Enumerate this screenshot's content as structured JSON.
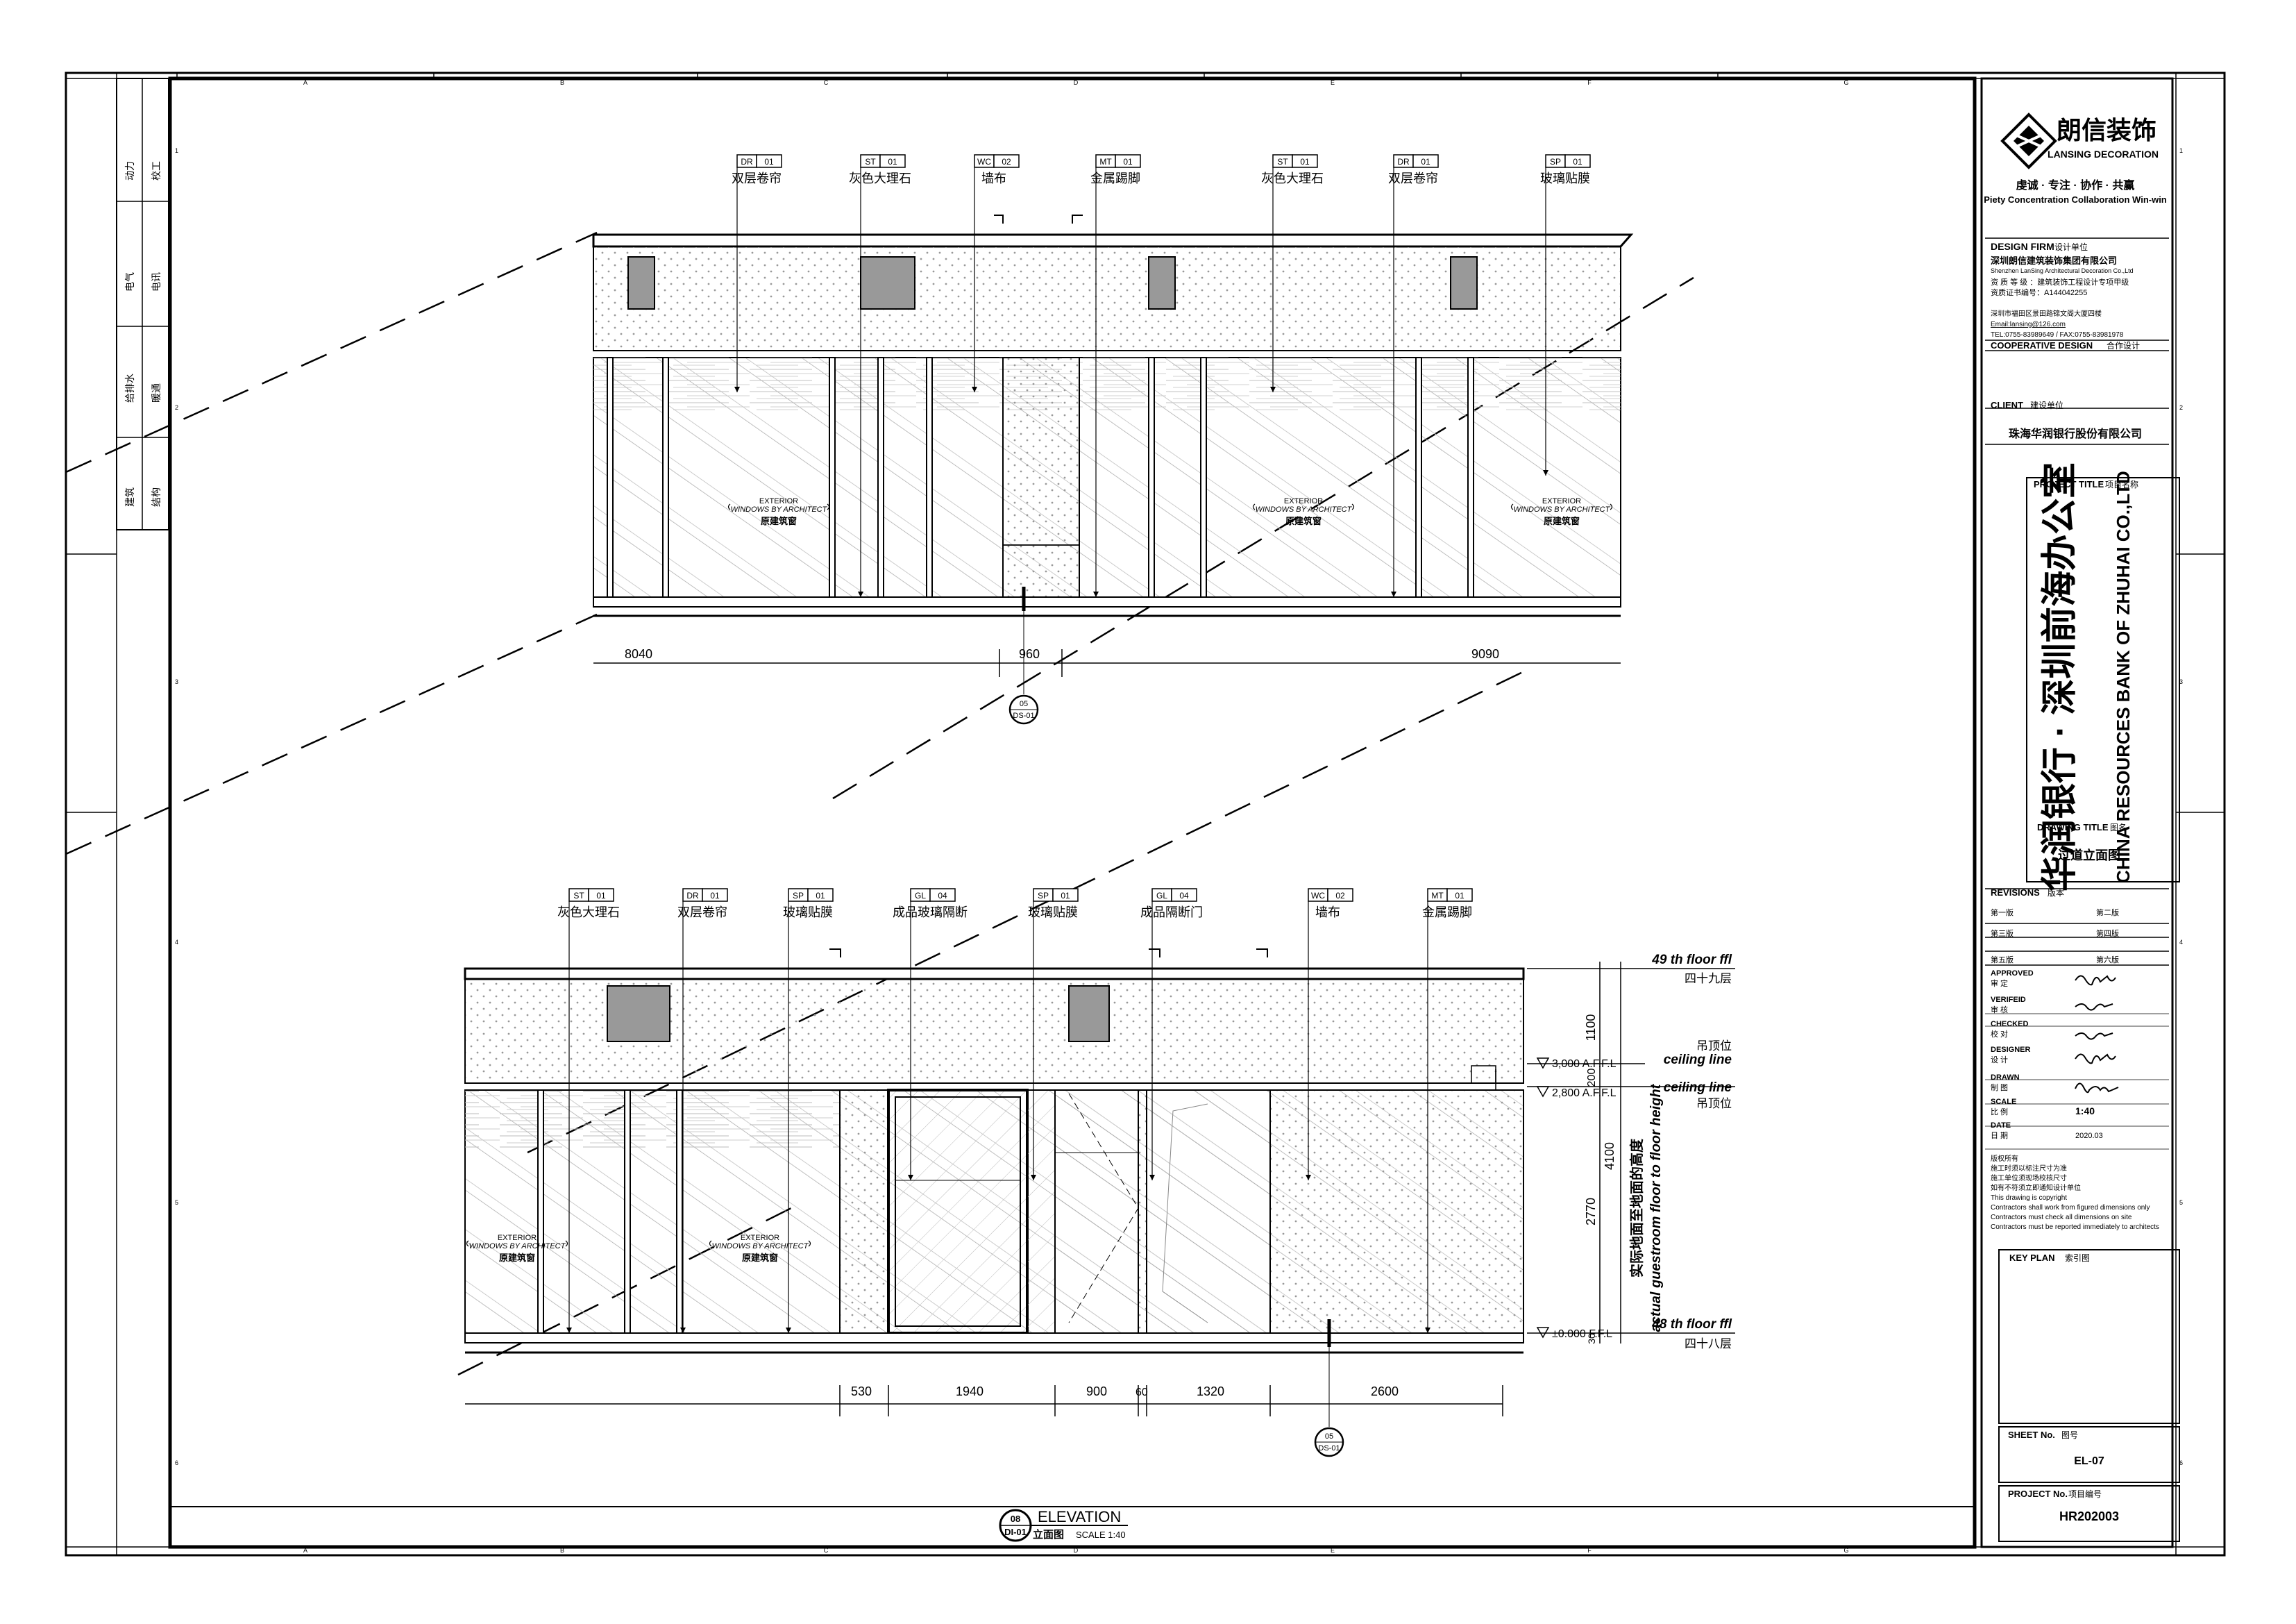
{
  "grid": {
    "cols": [
      "A",
      "B",
      "C",
      "D",
      "E",
      "F",
      "G"
    ],
    "rows": [
      "1",
      "2",
      "3",
      "4",
      "5",
      "6"
    ]
  },
  "left_strip": {
    "items": [
      "动力",
      "校工",
      "电气",
      "电讯",
      "给排水",
      "暖通",
      "建筑",
      "结构"
    ]
  },
  "elev1": {
    "tags": [
      {
        "code": "DR",
        "num": "01",
        "text": "双层卷帘"
      },
      {
        "code": "ST",
        "num": "01",
        "text": "灰色大理石"
      },
      {
        "code": "WC",
        "num": "02",
        "text": "墙布"
      },
      {
        "code": "MT",
        "num": "01",
        "text": "金属踢脚"
      },
      {
        "code": "ST",
        "num": "01",
        "text": "灰色大理石"
      },
      {
        "code": "DR",
        "num": "01",
        "text": "双层卷帘"
      },
      {
        "code": "SP",
        "num": "01",
        "text": "玻璃贴膜"
      }
    ],
    "window_labels": [
      {
        "en1": "EXTERIOR",
        "en2": "WINDOWS BY ARCHITECT",
        "zh": "原建筑窗"
      },
      {
        "en1": "EXTERIOR",
        "en2": "WINDOWS BY ARCHITECT",
        "zh": "原建筑窗"
      },
      {
        "en1": "EXTERIOR",
        "en2": "WINDOWS BY ARCHITECT",
        "zh": "原建筑窗"
      }
    ],
    "dims": [
      "8040",
      "960",
      "9090"
    ],
    "section_mark": {
      "top": "05",
      "bottom": "DS-01"
    }
  },
  "elev2": {
    "tags": [
      {
        "code": "ST",
        "num": "01",
        "text": "灰色大理石"
      },
      {
        "code": "DR",
        "num": "01",
        "text": "双层卷帘"
      },
      {
        "code": "SP",
        "num": "01",
        "text": "玻璃贴膜"
      },
      {
        "code": "GL",
        "num": "04",
        "text": "成品玻璃隔断"
      },
      {
        "code": "SP",
        "num": "01",
        "text": "玻璃贴膜"
      },
      {
        "code": "GL",
        "num": "04",
        "text": "成品隔断门"
      },
      {
        "code": "WC",
        "num": "02",
        "text": "墙布"
      },
      {
        "code": "MT",
        "num": "01",
        "text": "金属踢脚"
      }
    ],
    "window_labels": [
      {
        "en1": "EXTERIOR",
        "en2": "WINDOWS BY ARCHITECT",
        "zh": "原建筑窗"
      },
      {
        "en1": "EXTERIOR",
        "en2": "WINDOWS BY ARCHITECT",
        "zh": "原建筑窗"
      }
    ],
    "dims": [
      "530",
      "1940",
      "900",
      "60",
      "1320",
      "2600"
    ],
    "vdims": [
      "1100",
      "200",
      "4100",
      "2770",
      "30"
    ],
    "levels": [
      {
        "id": "l49",
        "en": "49 th floor ffl",
        "zh": "四十九层"
      },
      {
        "id": "ceil1",
        "zh": "吊顶位",
        "en": "ceiling line"
      },
      {
        "id": "ceil2",
        "en": "ceiling line",
        "zh": "吊顶位"
      },
      {
        "id": "l48",
        "en": "48 th floor ffl",
        "zh": "四十八层"
      }
    ],
    "aff": [
      "3,000 A.F.F.L",
      "2,800 A.F.F.L",
      "±0.000 F.F.L"
    ],
    "vertical_note_zh": "实际地面至地面的高度",
    "vertical_note_en": "actual guestroom floor to floor height",
    "section_mark": {
      "top": "05",
      "bottom": "DS-01"
    }
  },
  "elevation_title": {
    "num": "08",
    "sheet": "DI-01",
    "title": "ELEVATION",
    "zh": "立面图",
    "scale": "SCALE  1:40"
  },
  "title_block": {
    "logo_zh": "朗信装饰",
    "logo_en": "LANSING DECORATION",
    "motto_zh": "虔诚 · 专注 · 协作 · 共赢",
    "motto_en": "Piety Concentration Collaboration Win-win",
    "design_firm_label": "DESIGN FIRM",
    "design_firm_zh_label": "设计单位",
    "design_firm_zh": "深圳朗信建筑装饰集团有限公司",
    "design_firm_en": "Shenzhen LanSing Architectural Decoration Co.,Ltd",
    "qual": "资 质 等 级 ：建筑装饰工程设计专项甲级",
    "cert": "资质证书编号：A144042255",
    "address": "深圳市福田区景田路锦文阁大厦四楼",
    "email": "Email:lansing@126.com",
    "tel": "TEL:0755-83989649 / FAX:0755-83981978",
    "coop_label": "COOPERATIVE DESIGN",
    "coop_zh": "合作设计",
    "client_label": "CLIENT",
    "client_zh_label": "建设单位",
    "client": "珠海华润银行股份有限公司",
    "project_label": "PROJECT TITLE",
    "project_zh_label": "项目名称",
    "project_zh": "华润银行 · 深圳前海办公室",
    "project_en": "CHINA RESOURCES BANK OF ZHUHAI CO.,LTD",
    "drawing_label": "DRAWING TITLE",
    "drawing_zh_label": "图名",
    "drawing_title": "过道立面图",
    "revisions_label": "REVISIONS",
    "revisions_zh": "版本",
    "revisions": [
      "第一版",
      "第二版",
      "第三版",
      "第四版",
      "第五版",
      "第六版"
    ],
    "roles": [
      {
        "en": "APPROVED",
        "zh": "审 定"
      },
      {
        "en": "VERIFEID",
        "zh": "审 核"
      },
      {
        "en": "CHECKED",
        "zh": "校 对"
      },
      {
        "en": "DESIGNER",
        "zh": "设 计"
      },
      {
        "en": "DRAWN",
        "zh": "制 图"
      },
      {
        "en": "SCALE",
        "zh": "比 例",
        "value": "1:40"
      },
      {
        "en": "DATE",
        "zh": "日 期",
        "value": "2020.03"
      }
    ],
    "notes": [
      "版权所有",
      "施工时须以标注尺寸为准",
      "施工单位须现场校核尺寸",
      "如有不符须立即通知设计单位",
      "This drawing is copyright",
      "Contractors shall work from figured dimensions only",
      "Contractors must check all dimensions on site",
      "Contractors must be reported immediately to architects"
    ],
    "keyplan_label": "KEY PLAN",
    "keyplan_zh": "索引图",
    "sheet_label": "SHEET No.",
    "sheet_zh": "图号",
    "sheet_no": "EL-07",
    "projno_label": "PROJECT No.",
    "projno_zh": "项目编号",
    "project_no": "HR202003"
  }
}
